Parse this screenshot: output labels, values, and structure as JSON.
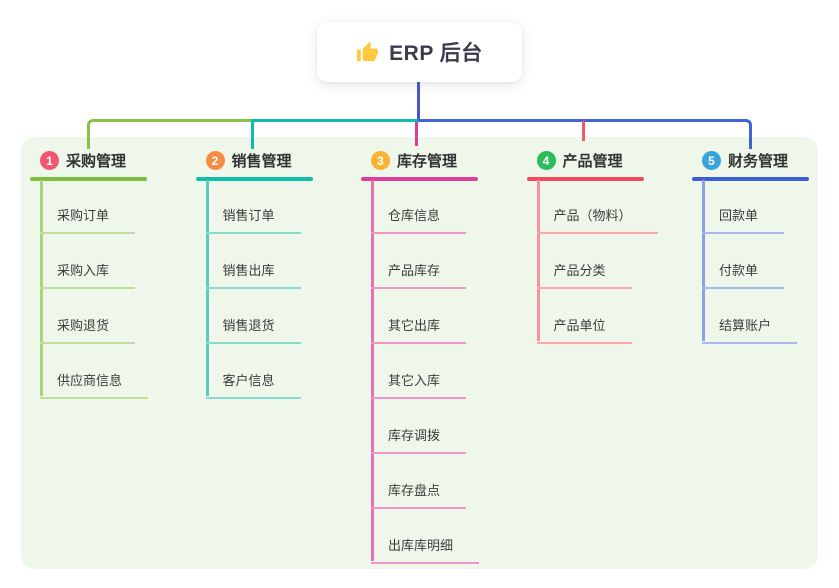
{
  "root": {
    "title": "ERP 后台",
    "icon": "thumbs-up-icon",
    "icon_color": "#FFC83D"
  },
  "connectors": {
    "root_stem_color": "#4B55CB",
    "bus_left_color": "#89C24A",
    "bus_mid_color": "#12BCAD",
    "bus_right_color": "#4263D6",
    "drop_colors": [
      "#89C24A",
      "#12BCAD",
      "#DD3D9B",
      "#F4596A",
      "#4263D6"
    ]
  },
  "branches": [
    {
      "badge": "1",
      "label": "采购管理",
      "badge_color": "#F2566F",
      "line_color": "#7DBE3E",
      "stem_color": "#A9D67D",
      "child_line_color": "#BCDF99",
      "children": [
        "采购订单",
        "采购入库",
        "采购退货",
        "供应商信息"
      ]
    },
    {
      "badge": "2",
      "label": "销售管理",
      "badge_color": "#F78B43",
      "line_color": "#12BCAD",
      "stem_color": "#58CCBE",
      "child_line_color": "#87DBD1",
      "children": [
        "销售订单",
        "销售出库",
        "销售退货",
        "客户信息"
      ]
    },
    {
      "badge": "3",
      "label": "库存管理",
      "badge_color": "#F9B234",
      "line_color": "#DD3D9B",
      "stem_color": "#E970B7",
      "child_line_color": "#EF94CA",
      "children": [
        "仓库信息",
        "产品库存",
        "其它出库",
        "其它入库",
        "库存调拨",
        "库存盘点",
        "出库库明细"
      ]
    },
    {
      "badge": "4",
      "label": "产品管理",
      "badge_color": "#2ABE58",
      "line_color": "#F4485B",
      "stem_color": "#F7949B",
      "child_line_color": "#F9A9AE",
      "children": [
        "产品（物料）",
        "产品分类",
        "产品单位"
      ]
    },
    {
      "badge": "5",
      "label": "财务管理",
      "badge_color": "#37A4DD",
      "line_color": "#3E5ED6",
      "stem_color": "#8BA1E4",
      "child_line_color": "#A8B9ED",
      "children": [
        "回款单",
        "付款单",
        "结算账户"
      ]
    }
  ]
}
